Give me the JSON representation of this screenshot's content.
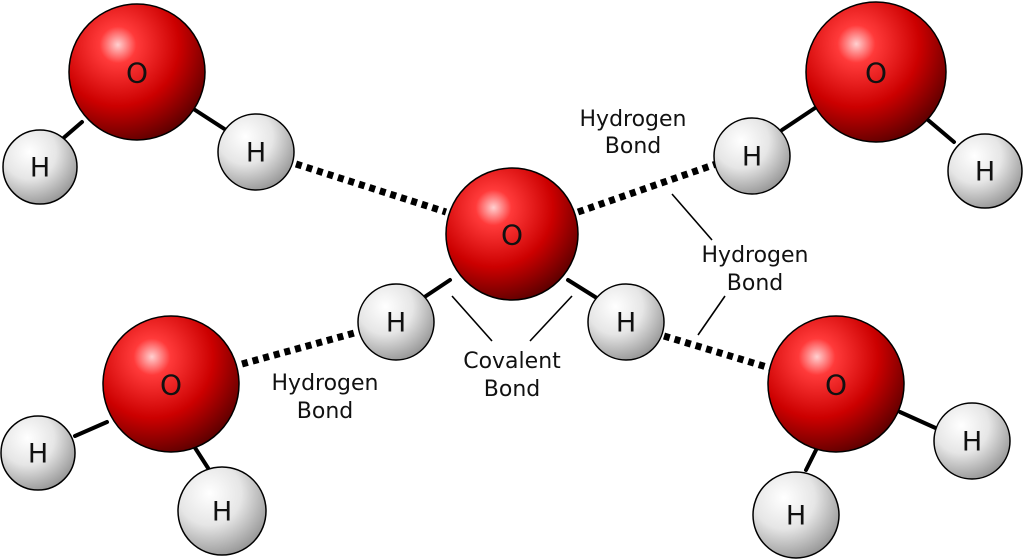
{
  "atoms": {
    "oxygen_symbol": "O",
    "hydrogen_symbol": "H"
  },
  "labels": {
    "hbond_top_right": [
      "Hydrogen",
      "Bond"
    ],
    "hbond_right": [
      "Hydrogen",
      "Bond"
    ],
    "hbond_left": [
      "Hydrogen",
      "Bond"
    ],
    "covalent": [
      "Covalent",
      "Bond"
    ]
  },
  "colors": {
    "oxygen": "#cc0000",
    "oxygen_dark": "#5a0000",
    "hydrogen": "#e0e0e0",
    "hydrogen_dark": "#8a8a8a",
    "bond": "#000000",
    "background": "#ffffff"
  }
}
